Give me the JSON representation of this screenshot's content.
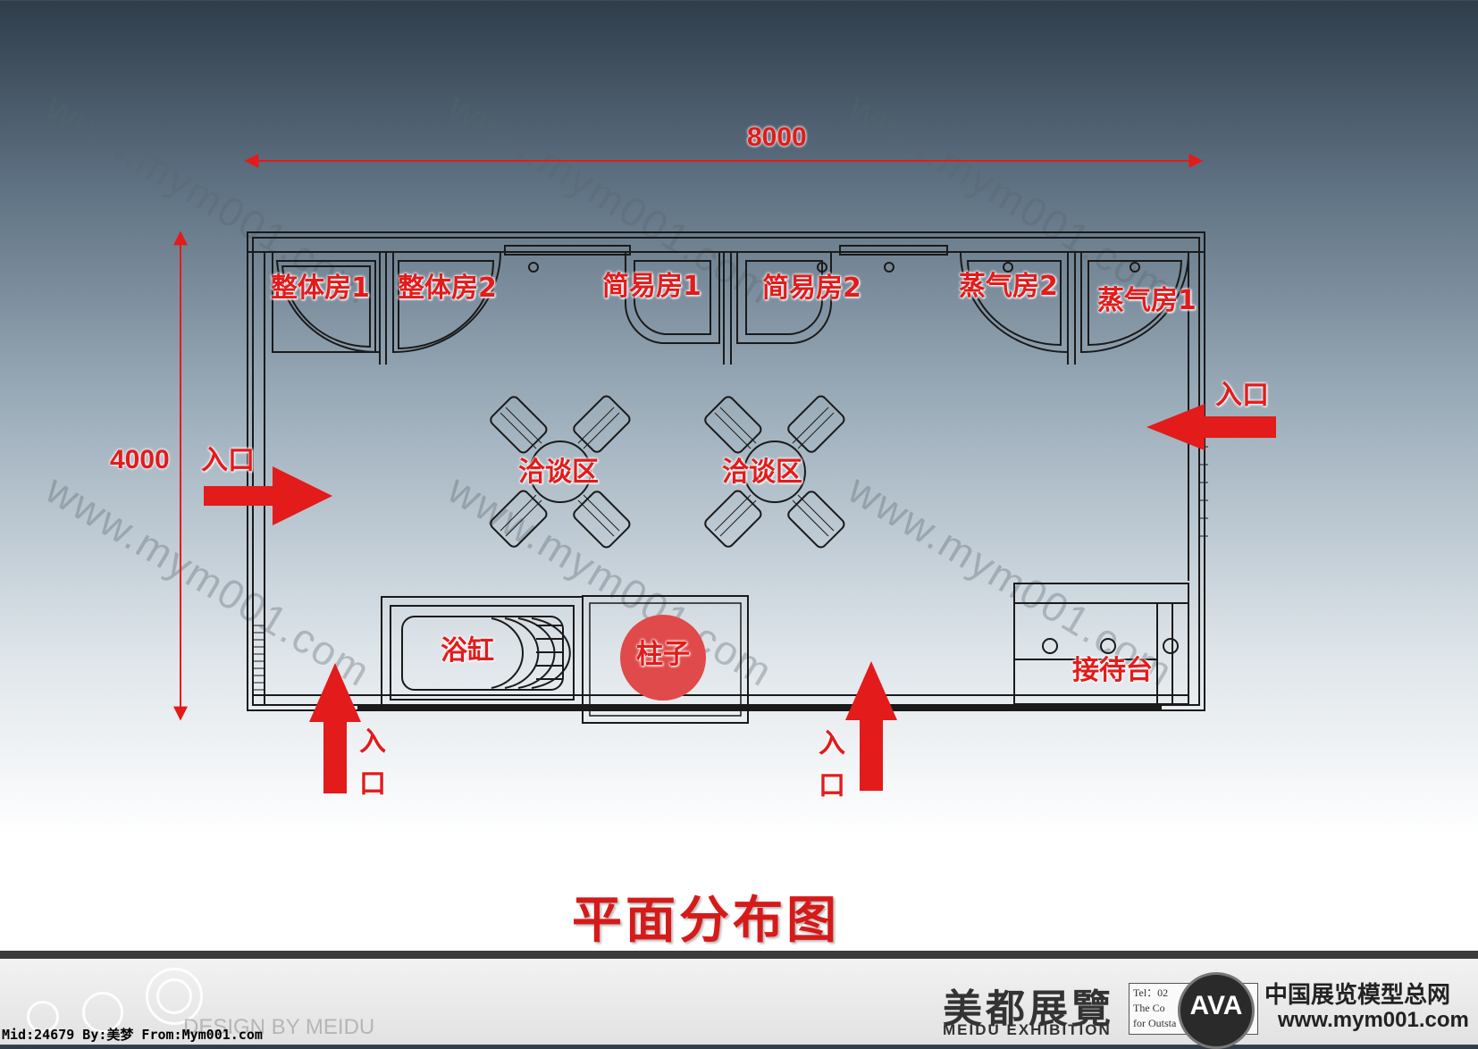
{
  "dimensions": {
    "width": "8000",
    "depth": "4000"
  },
  "title": "平面分布图",
  "rooms": [
    {
      "label": "整体房1"
    },
    {
      "label": "整体房2"
    },
    {
      "label": "简易房1"
    },
    {
      "label": "简易房2"
    },
    {
      "label": "蒸气房2"
    },
    {
      "label": "蒸气房1"
    }
  ],
  "areas": {
    "negotiation_1": "洽谈区",
    "negotiation_2": "洽谈区",
    "bathtub": "浴缸",
    "pillar": "柱子",
    "reception": "接待台"
  },
  "entrances": {
    "left": "入口",
    "right": "入口",
    "bottom_left_char1": "入",
    "bottom_left_char2": "口",
    "bottom_mid_char1": "入",
    "bottom_mid_char2": "口"
  },
  "watermark": "www.mym001.com",
  "footer": {
    "brand_cn": "美都展覽",
    "brand_en": "MEIDU EXHIBITION",
    "design_by": "DESIGN BY MEIDU",
    "mid_line": "Mid:24679 By:美梦 From:Mym001.com",
    "info_line1": "Tel：02",
    "info_line2": "The Co",
    "info_line3": "for Outsta",
    "logo_text": "AVA",
    "network_cn": "中国展览模型总网",
    "network_url": "www.mym001.com"
  },
  "colors": {
    "accent_red": "#e31b1b",
    "pillar_fill": "#e04a4a",
    "wall_line": "#1a1a1a"
  }
}
